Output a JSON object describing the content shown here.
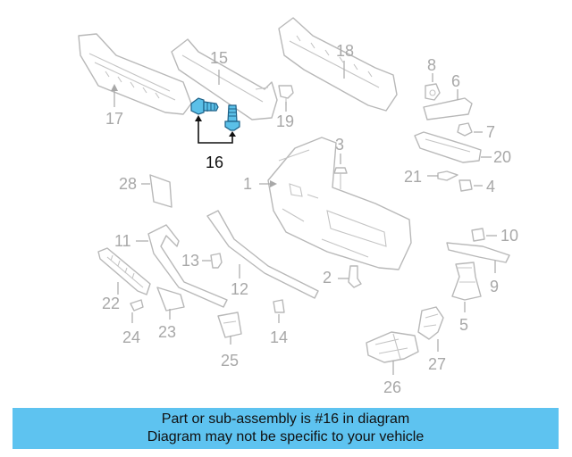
{
  "diagram": {
    "highlighted_part": "16",
    "callouts": [
      "1",
      "2",
      "3",
      "4",
      "5",
      "6",
      "7",
      "8",
      "9",
      "10",
      "11",
      "12",
      "13",
      "14",
      "15",
      "16",
      "17",
      "18",
      "19",
      "20",
      "21",
      "22",
      "23",
      "24",
      "25",
      "26",
      "27",
      "28"
    ]
  },
  "banner": {
    "line1": "Part or sub-assembly is #16 in diagram",
    "line2": "Diagram may not be specific to your vehicle"
  },
  "colors": {
    "banner_background": "#5ec3f0",
    "highlight_part": "#5bc0e8",
    "outline_gray": "#b8b8b8"
  }
}
